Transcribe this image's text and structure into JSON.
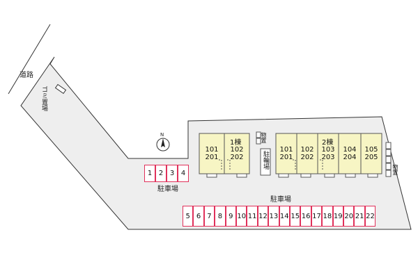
{
  "labels": {
    "road": "道路",
    "garbage": "ゴミ置場",
    "parking_small": "駐車場",
    "parking_large": "駐車場",
    "bicycle": "駐輪場",
    "storage_left": "物置",
    "storage_right": "物置",
    "north": "N"
  },
  "buildings": [
    {
      "title": "1棟",
      "units": [
        {
          "top": "101",
          "bottom": "201"
        },
        {
          "top": "102",
          "bottom": "202"
        }
      ]
    },
    {
      "title": "2棟",
      "units": [
        {
          "top": "101",
          "bottom": "201"
        },
        {
          "top": "102",
          "bottom": "202"
        },
        {
          "top": "103",
          "bottom": "203"
        },
        {
          "top": "104",
          "bottom": "204"
        },
        {
          "top": "105",
          "bottom": "205"
        }
      ]
    }
  ],
  "parking_spaces_small": [
    "1",
    "2",
    "3",
    "4"
  ],
  "parking_spaces_large": [
    "5",
    "6",
    "7",
    "8",
    "9",
    "10",
    "11",
    "12",
    "13",
    "14",
    "15",
    "16",
    "17",
    "18",
    "19",
    "20",
    "21",
    "22"
  ],
  "colors": {
    "lot": "#eeeeee",
    "building": "#f7f5c4",
    "parking_border": "#e0305a",
    "outline": "#333333"
  }
}
